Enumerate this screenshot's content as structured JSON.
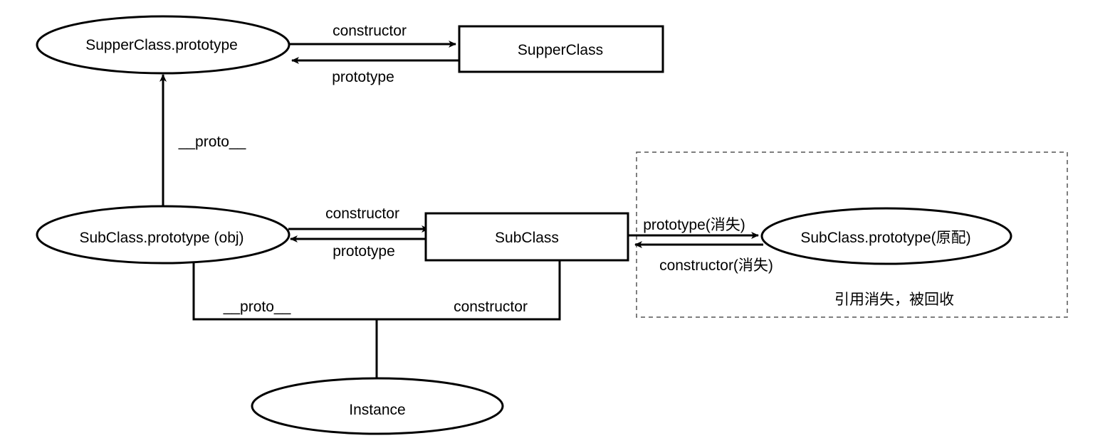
{
  "nodes": {
    "supper_proto": "SupperClass.prototype",
    "supper_class": "SupperClass",
    "sub_proto_obj": "SubClass.prototype (obj)",
    "sub_class": "SubClass",
    "sub_proto_orig": "SubClass.prototype(原配)",
    "instance": "Instance"
  },
  "edges": {
    "supper_constructor": "constructor",
    "supper_prototype": "prototype",
    "sub_obj_proto_link": "__proto__",
    "sub_constructor": "constructor",
    "sub_prototype": "prototype",
    "orig_prototype_lost": "prototype(消失)",
    "orig_constructor_lost": "constructor(消失)",
    "instance_proto": "__proto__",
    "instance_constructor": "constructor"
  },
  "annotation": {
    "gc_note": "引用消失，被回收"
  }
}
